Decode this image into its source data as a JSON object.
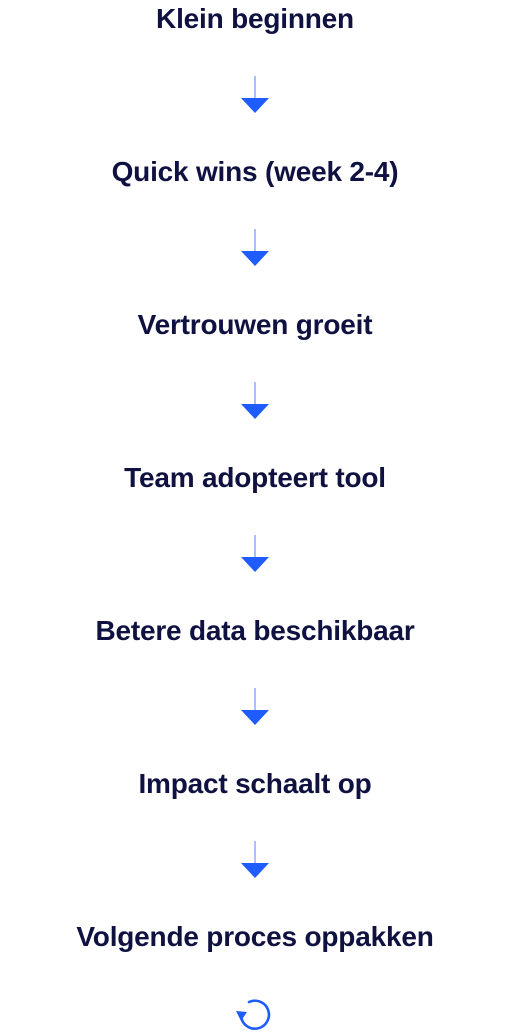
{
  "flow": {
    "steps": [
      "Klein beginnen",
      "Quick wins (week 2-4)",
      "Vertrouwen groeit",
      "Team adopteert tool",
      "Betere data beschikbaar",
      "Impact schaalt op",
      "Volgende proces oppakken"
    ],
    "connector_icon": "arrow-down-icon",
    "end_icon": "cycle-icon"
  },
  "colors": {
    "text": "#0f1140",
    "accent": "#1f5cff",
    "accent_light": "#a9c0ff"
  }
}
